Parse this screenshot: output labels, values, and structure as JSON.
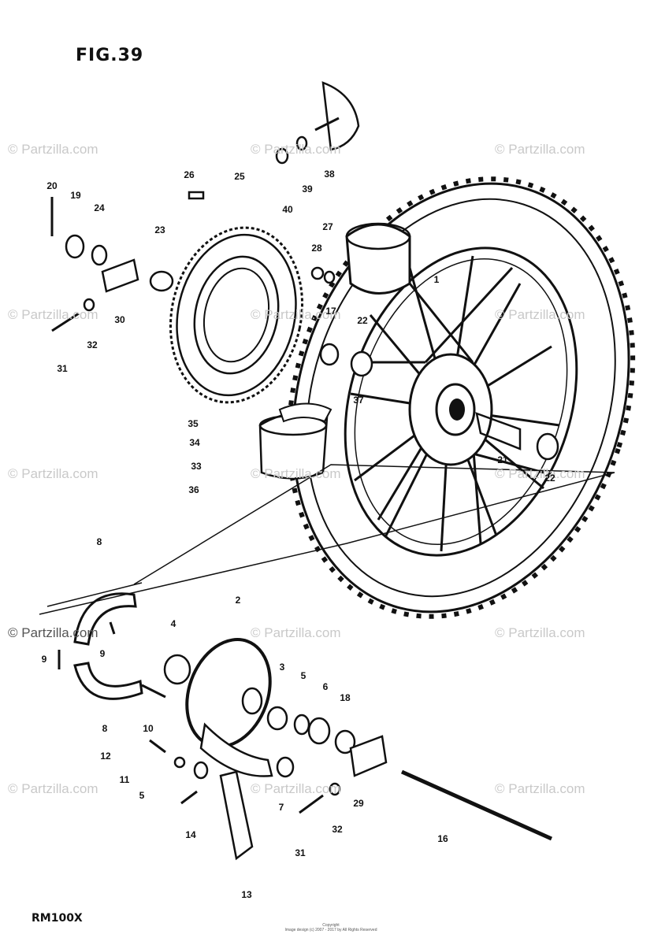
{
  "figure": {
    "title": "FIG.39",
    "model": "RM100X"
  },
  "copyright_lines": [
    "Copyright",
    "Image design (c) 2007 - 2017 by All Rights Reserved"
  ],
  "watermark": {
    "text": "© Partzilla.com",
    "color": "#c9c9c9"
  },
  "callouts": [
    "1",
    "2",
    "3",
    "4",
    "5",
    "6",
    "7",
    "8",
    "8",
    "9",
    "9",
    "10",
    "11",
    "12",
    "13",
    "14",
    "5",
    "16",
    "17",
    "18",
    "19",
    "20",
    "21",
    "22",
    "22",
    "23",
    "24",
    "25",
    "26",
    "27",
    "28",
    "29",
    "30",
    "31",
    "31",
    "32",
    "32",
    "33",
    "34",
    "35",
    "36",
    "37",
    "38",
    "39",
    "40"
  ],
  "icons": {
    "watermark_logo": "copyright-symbol"
  }
}
